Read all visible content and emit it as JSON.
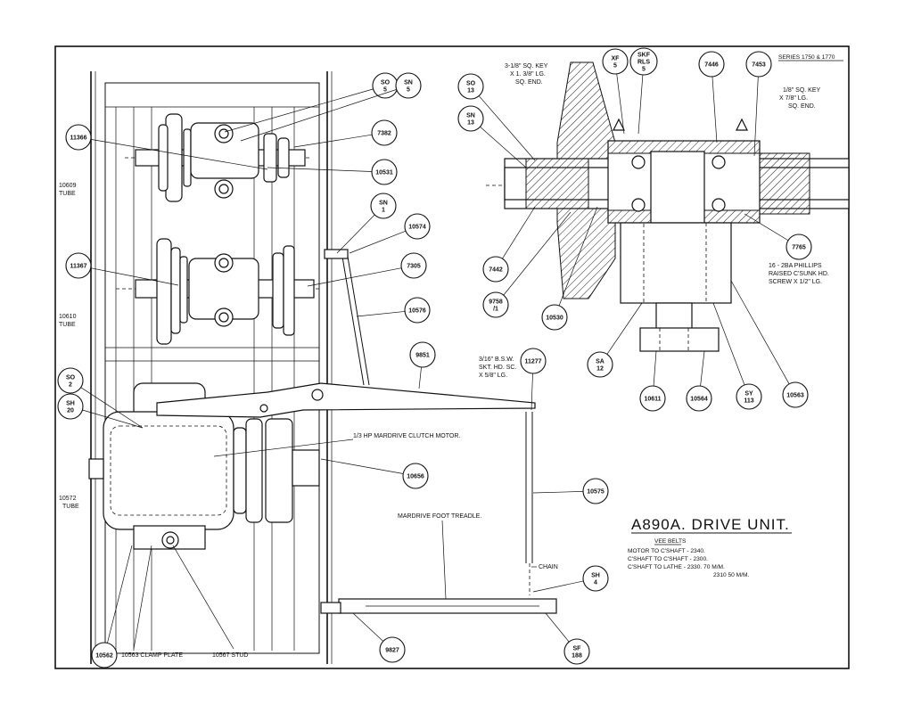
{
  "series_label": "SERIES 1750 & 1770",
  "title": "A890A. DRIVE UNIT.",
  "vee_belts": {
    "heading": "VEE BELTS",
    "lines": [
      "MOTOR TO C'SHAFT  -  2340.",
      "C'SHAFT TO C'SHAFT  -  2300.",
      "C'SHAFT TO LATHE  -  2330.  70 M/M.",
      "2310  50 M/M."
    ]
  },
  "notes": {
    "key_top": [
      "3-1/8\" SQ. KEY",
      "X 1. 3/8\" LG.",
      "SQ. END."
    ],
    "key_right": [
      "1/8\" SQ. KEY",
      "X 7/8\" LG.",
      "SQ. END."
    ],
    "screws": [
      "16 - 2BA PHILLIPS",
      "RAISED C'SUNK HD.",
      "SCREW X 1/2\" LG."
    ],
    "bsw": [
      "3/16\" B.S.W.",
      "SKT. HD. SC.",
      "X 5/8\" LG."
    ],
    "motor": "1/3 HP MARDRIVE CLUTCH MOTOR.",
    "treadle": "MARDRIVE FOOT TREADLE.",
    "chain": "CHAIN",
    "tube_10609": [
      "10609",
      "TUBE"
    ],
    "tube_10610": [
      "10610",
      "TUBE"
    ],
    "tube_10572": [
      "10572",
      "TUBE"
    ],
    "clamp_plate": "10563 CLAMP PLATE",
    "stud": "10567 STUD"
  },
  "callouts": {
    "c11366": "11366",
    "c11367": "11367",
    "so5": [
      "SO",
      "5"
    ],
    "sn5": [
      "SN",
      "5"
    ],
    "c7382": "7382",
    "c10531": "10531",
    "sn1": [
      "SN",
      "1"
    ],
    "c10574": "10574",
    "c7305": "7305",
    "c10576": "10576",
    "c9851": "9851",
    "c11277": "11277",
    "so2": [
      "SO",
      "2"
    ],
    "sh20": [
      "SH",
      "20"
    ],
    "c10656": "10656",
    "c10575": "10575",
    "sh4": [
      "SH",
      "4"
    ],
    "sf188": [
      "SF",
      "188"
    ],
    "c9827": "9827",
    "c10562": "10562",
    "so13": [
      "SO",
      "13"
    ],
    "sn13": [
      "SN",
      "13"
    ],
    "xf5": [
      "XF",
      "5"
    ],
    "skf": [
      "SKF",
      "RLS",
      "5"
    ],
    "c7446": "7446",
    "c7453": "7453",
    "c7442": "7442",
    "c9758": [
      "9758",
      "/1"
    ],
    "c10530": "10530",
    "c7765": "7765",
    "sa12": [
      "SA",
      "12"
    ],
    "c10611": "10611",
    "c10564": "10564",
    "sy113": [
      "SY",
      "113"
    ],
    "c10563": "10563"
  }
}
